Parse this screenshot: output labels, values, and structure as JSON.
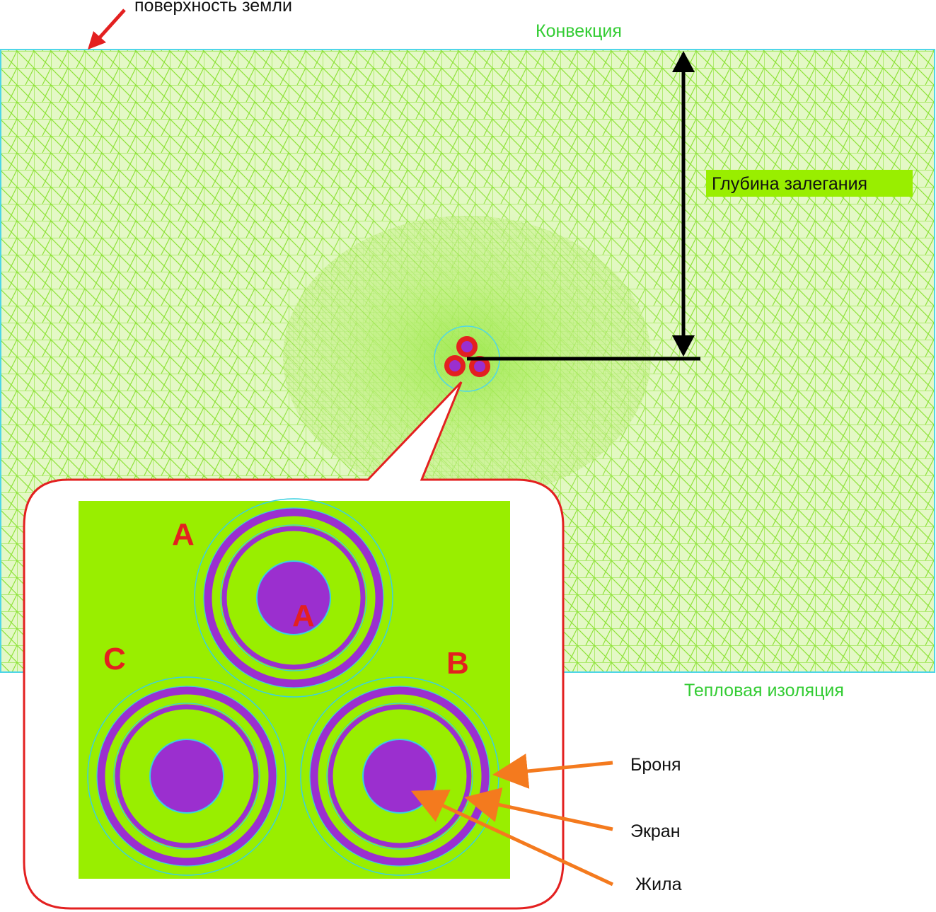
{
  "labels": {
    "ground_surface": "поверхность земли",
    "convection": "Конвекция",
    "burial_depth": "Глубина залегания",
    "thermal_insulation": "Тепловая изоляция",
    "armor": "Броня",
    "screen": "Экран",
    "core": "Жила"
  },
  "phases": {
    "a_outer": "A",
    "a_core": "A",
    "c": "C",
    "b": "B"
  },
  "colors": {
    "mesh_line": "#8fe33a",
    "mesh_bg": "#e2f7c4",
    "domain_border": "#4fd6e8",
    "inset_fill": "#99ee00",
    "purple": "#9b2fcf",
    "cyan_ring": "#3ad0e0",
    "red": "#e32020",
    "orange": "#f47a1e",
    "green_text": "#33cc33",
    "label_bg": "#99ee00"
  }
}
